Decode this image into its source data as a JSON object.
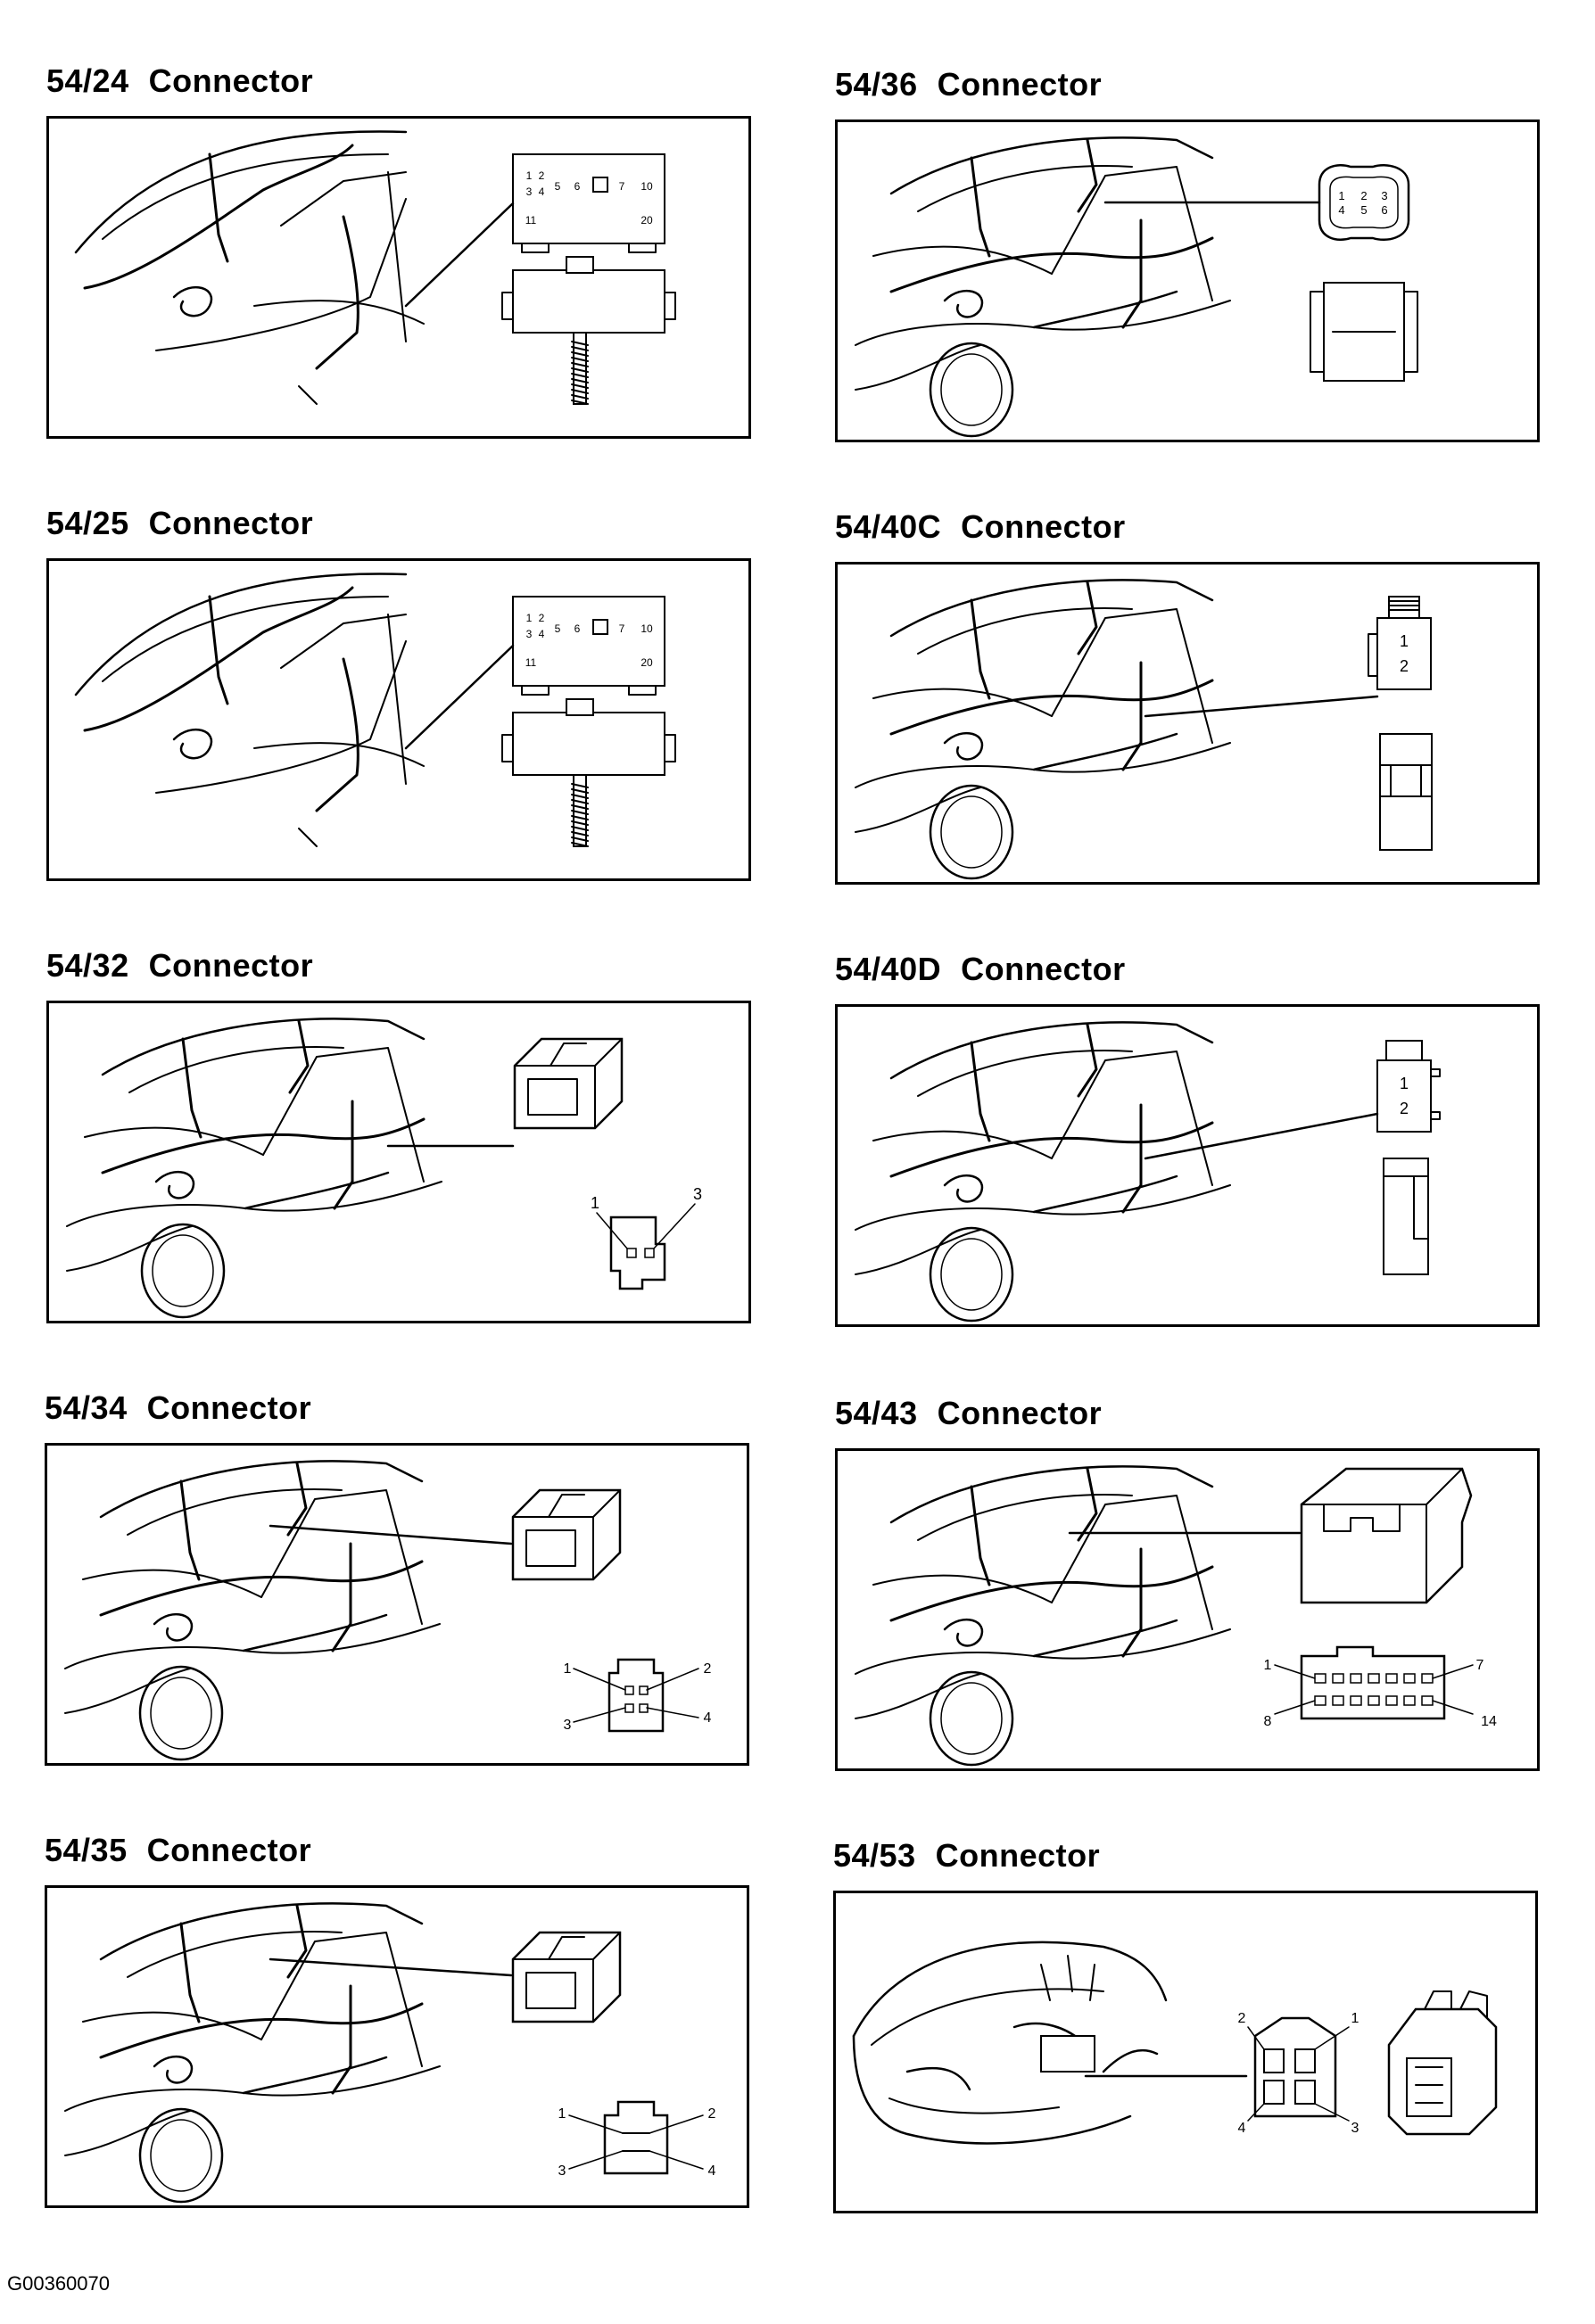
{
  "panels": [
    {
      "id": "54/24",
      "label": "Connector",
      "type": "multi20",
      "car": "front",
      "pins": [
        "1",
        "2",
        "3",
        "4",
        "5",
        "6",
        "7",
        "10",
        "11",
        "20"
      ]
    },
    {
      "id": "54/36",
      "label": "Connector",
      "type": "round6",
      "car": "side",
      "pins": [
        "1",
        "2",
        "3",
        "4",
        "5",
        "6"
      ]
    },
    {
      "id": "54/25",
      "label": "Connector",
      "type": "multi20",
      "car": "front",
      "pins": [
        "1",
        "2",
        "3",
        "4",
        "5",
        "6",
        "7",
        "10",
        "11",
        "20"
      ]
    },
    {
      "id": "54/40C",
      "label": "Connector",
      "type": "two-pin",
      "car": "side",
      "pins": [
        "1",
        "2"
      ]
    },
    {
      "id": "54/32",
      "label": "Connector",
      "type": "pin3",
      "car": "side",
      "pins": [
        "1",
        "3"
      ]
    },
    {
      "id": "54/40D",
      "label": "Connector",
      "type": "two-pin-tab",
      "car": "side",
      "pins": [
        "1",
        "2"
      ]
    },
    {
      "id": "54/34",
      "label": "Connector",
      "type": "pin4",
      "car": "side",
      "pins": [
        "1",
        "2",
        "3",
        "4"
      ]
    },
    {
      "id": "54/43",
      "label": "Connector",
      "type": "pin14",
      "car": "side",
      "pins": [
        "1",
        "7",
        "8",
        "14"
      ]
    },
    {
      "id": "54/35",
      "label": "Connector",
      "type": "pin4b",
      "car": "side",
      "pins": [
        "1",
        "2",
        "3",
        "4"
      ]
    },
    {
      "id": "54/53",
      "label": "Connector",
      "type": "round4",
      "car": "engine",
      "pins": [
        "1",
        "2",
        "3",
        "4"
      ]
    }
  ],
  "footer": {
    "code": "G00360070"
  }
}
